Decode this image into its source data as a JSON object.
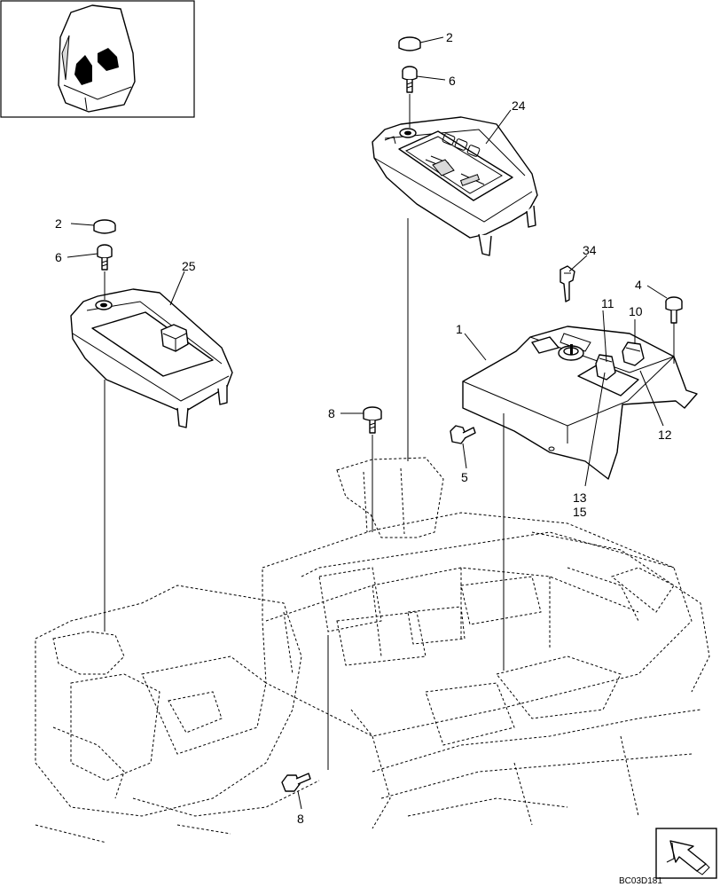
{
  "diagram": {
    "code": "BC03D181",
    "callouts": {
      "c2_top": "2",
      "c6_top": "6",
      "c24": "24",
      "c2_left": "2",
      "c6_left": "6",
      "c25": "25",
      "c34": "34",
      "c4": "4",
      "c11": "11",
      "c10": "10",
      "c1": "1",
      "c12": "12",
      "c8_mid": "8",
      "c5": "5",
      "c13": "13",
      "c15": "15",
      "c8_bottom": "8"
    }
  }
}
